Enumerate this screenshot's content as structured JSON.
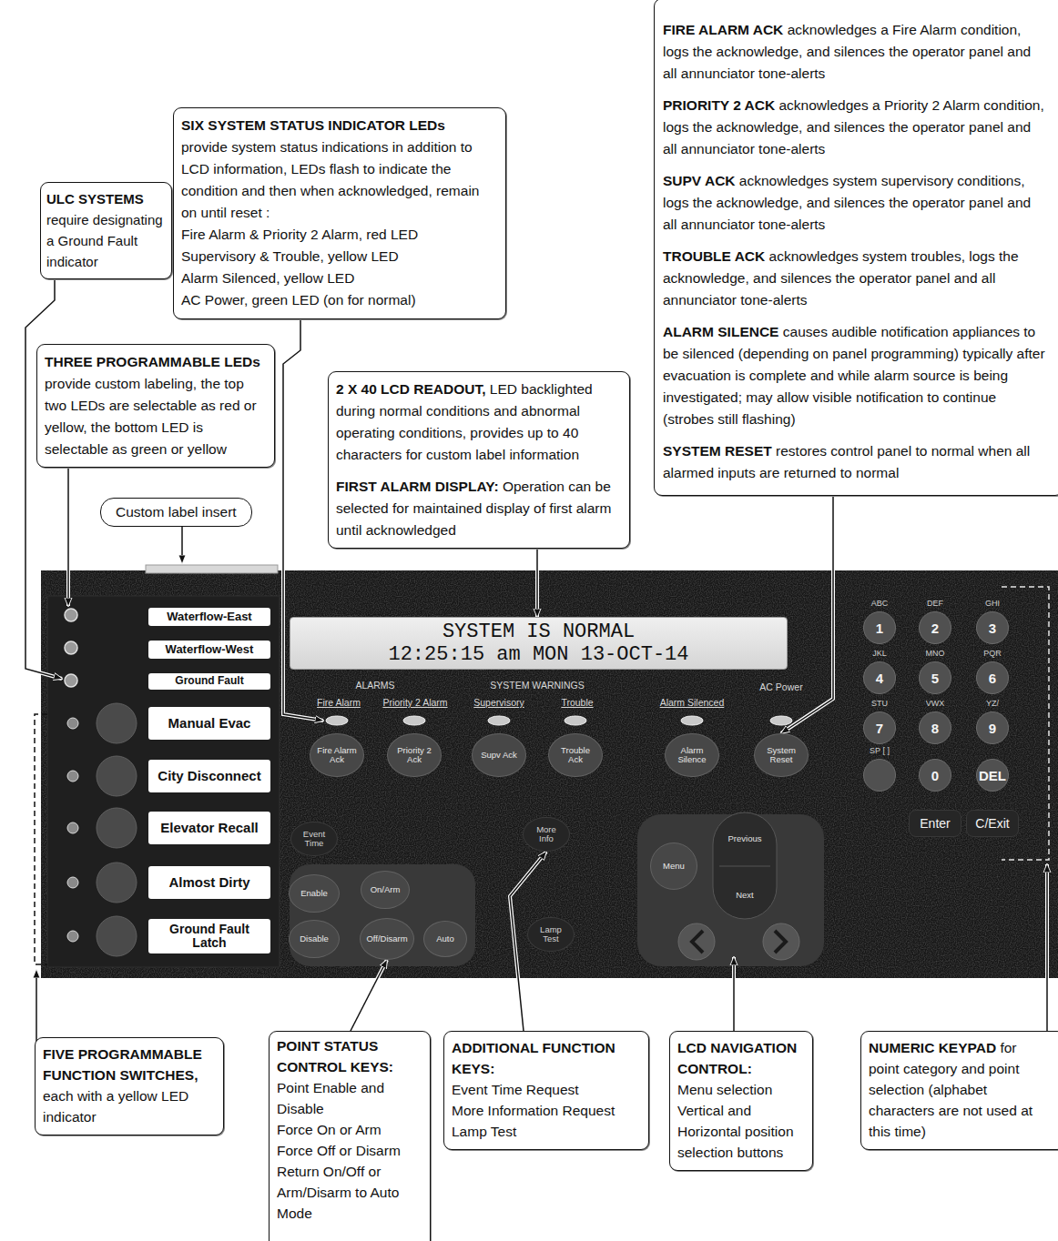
{
  "diagram": {
    "nodes": [
      {
        "text": [
          "ULC SYSTEMS",
          "require designating a Ground Fault indicator"
        ]
      },
      {
        "text": [
          "SIX SYSTEM STATUS INDICATOR LEDs",
          "provide system status indications in addition to LCD information, LEDs flash to indicate the condition and then when acknowledged, remain on until reset :",
          "Fire Alarm & Priority 2 Alarm, red LED",
          "Supervisory & Trouble, yellow LED",
          "Alarm Silenced, yellow LED",
          "AC Power, green LED (on for normal)"
        ]
      },
      {
        "text": [
          "FIRE ALARM ACK",
          "acknowledges a Fire Alarm condition, logs the acknowledge, and silences the operator panel and all annunciator tone-alerts",
          "PRIORITY 2 ACK",
          "acknowledges a Priority 2 Alarm condition, logs the acknowledge, and silences the operator panel and all annunciator tone-alerts",
          "SUPV ACK",
          "acknowledges system supervisory conditions, logs the acknowledge, and silences the operator panel and all annunciator tone-alerts",
          "TROUBLE ACK",
          "acknowledges system troubles, logs the acknowledge, and silences the operator panel and all annunciator tone-alerts",
          "ALARM SILENCE",
          "causes audible notification appliances to be silenced (depending on panel programming) typically after evacuation is complete and while alarm source is being investigated; may allow visible notification to continue (strobes still flashing)",
          "SYSTEM RESET",
          "restores control panel to normal when all alarmed inputs are returned to normal"
        ]
      },
      {
        "text": [
          "THREE PROGRAMMABLE LEDs",
          "provide custom labeling, the top two LEDs are selectable as red or yellow, the bottom LED is selectable as green or yellow"
        ]
      },
      {
        "text": [
          "2 X 40 LCD READOUT,",
          "LED backlighted during normal conditions and abnormal operating conditions, provides up to 40 characters for custom label information",
          "FIRST ALARM DISPLAY:",
          "Operation can be selected for maintained display of first alarm until acknowledged"
        ]
      },
      {
        "text": [
          "Custom label insert"
        ]
      },
      {
        "text": [
          "Waterflow-East"
        ]
      },
      {
        "text": [
          "Waterflow-West"
        ]
      },
      {
        "text": [
          "Ground Fault"
        ]
      },
      {
        "text": [
          "SYSTEM IS NORMAL",
          "12:25:15 am MON 13-OCT-14"
        ]
      },
      {
        "text": [
          "ABC",
          "1"
        ]
      },
      {
        "text": [
          "DEF",
          "2"
        ]
      },
      {
        "text": [
          "GHI",
          "3"
        ]
      },
      {
        "text": [
          "JKL",
          "4"
        ]
      },
      {
        "text": [
          "MNO",
          "5"
        ]
      },
      {
        "text": [
          "PQR",
          "6"
        ]
      },
      {
        "text": [
          "STU",
          "7"
        ]
      },
      {
        "text": [
          "VWX",
          "8"
        ]
      },
      {
        "text": [
          "YZ/",
          "9"
        ]
      },
      {
        "text": [
          "SP [ ]"
        ]
      },
      {
        "text": [
          "0"
        ]
      },
      {
        "text": [
          "DEL"
        ]
      },
      {
        "text": [
          "Manual Evac"
        ]
      },
      {
        "text": [
          "Fire Alarm Ack"
        ]
      },
      {
        "text": [
          "Priority 2 Ack"
        ]
      },
      {
        "text": [
          "Supv Ack"
        ]
      },
      {
        "text": [
          "Trouble Ack"
        ]
      },
      {
        "text": [
          "Alarm Silence"
        ]
      },
      {
        "text": [
          "System Reset"
        ]
      },
      {
        "text": [
          "City Disconnect"
        ]
      },
      {
        "text": [
          "Elevator Recall"
        ]
      },
      {
        "text": [
          "Enter"
        ]
      },
      {
        "text": [
          "C/Exit"
        ]
      },
      {
        "text": [
          "Event Time"
        ]
      },
      {
        "text": [
          "More Info"
        ]
      },
      {
        "text": [
          "Previous"
        ]
      },
      {
        "text": [
          "Menu"
        ]
      },
      {
        "text": [
          "Next"
        ]
      },
      {
        "text": [
          "Almost Dirty"
        ]
      },
      {
        "text": [
          "Enable"
        ]
      },
      {
        "text": [
          "On/Arm"
        ]
      },
      {
        "text": [
          "Disable"
        ]
      },
      {
        "text": [
          "Off/Disarm"
        ]
      },
      {
        "text": [
          "Auto"
        ]
      },
      {
        "text": [
          "Lamp Test"
        ]
      },
      {
        "text": [
          "Ground Fault Latch"
        ]
      },
      {
        "text": [
          "FIVE PROGRAMMABLE FUNCTION SWITCHES,",
          "each with a yellow LED indicator"
        ]
      },
      {
        "text": [
          "POINT STATUS CONTROL KEYS:",
          "Point Enable and Disable",
          "Force On or Arm",
          "Force Off or Disarm",
          "Return On/Off or Arm/Disarm to Auto Mode"
        ]
      },
      {
        "text": [
          "ADDITIONAL FUNCTION KEYS:",
          "Event Time Request",
          "More Information Request",
          "Lamp Test"
        ]
      },
      {
        "text": [
          "LCD NAVIGATION CONTROL:",
          "Menu selection",
          "Vertical and Horizontal position selection buttons"
        ]
      },
      {
        "text": [
          "NUMERIC KEYPAD",
          "for point category and point selection (alphabet characters are not used at this time)"
        ]
      }
    ],
    "edges": [
      {
        "from": 4,
        "to": 9,
        "arrow": "to"
      },
      {
        "from": 2,
        "to": 28,
        "arrow": "to"
      },
      {
        "from": 47,
        "to": 42,
        "arrow": "to"
      },
      {
        "from": 48,
        "to": 34,
        "arrow": "to"
      }
    ],
    "labels": [
      "ALARMS",
      "Fire Alarm",
      "Priority 2 Alarm",
      "SYSTEM WARNINGS",
      "Supervisory",
      "Trouble",
      "Alarm Silenced",
      "AC Power"
    ]
  }
}
